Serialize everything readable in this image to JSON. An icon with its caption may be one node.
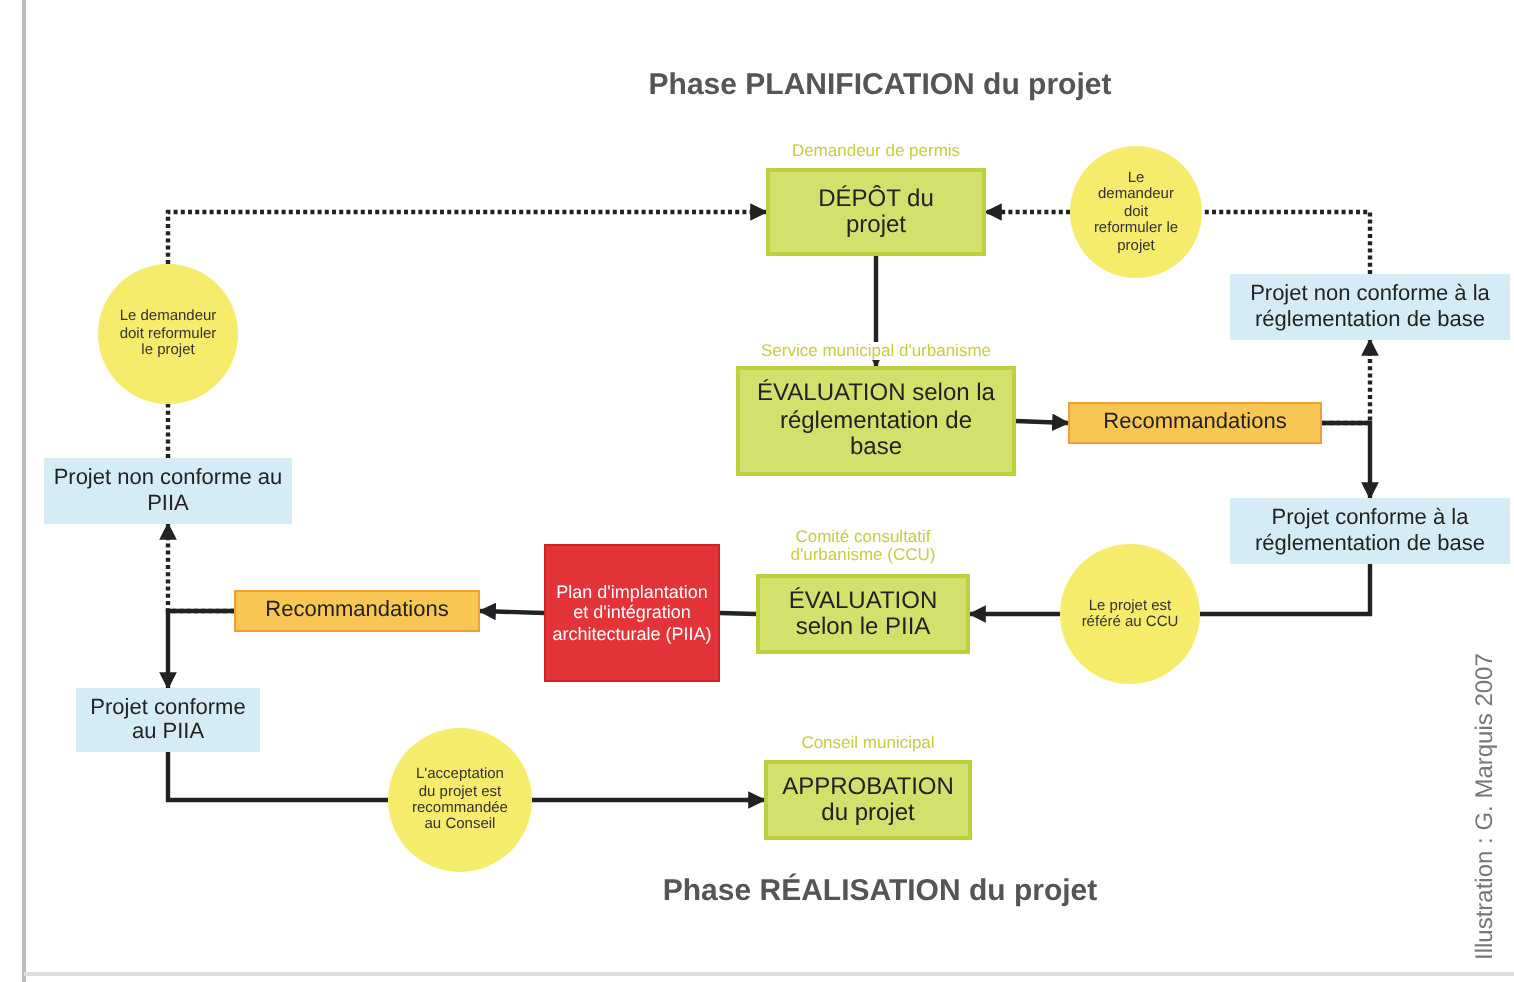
{
  "diagram": {
    "title": "Phase PLANIFICATION du projet",
    "nodes": [
      {
        "text": [
          "DÉPÔT du projet"
        ],
        "beside": [
          "Demandeur de permis"
        ]
      },
      {
        "text": [
          "Le demandeur doit reformuler le projet"
        ]
      },
      {
        "text": [
          "Le demandeur doit reformuler le projet"
        ]
      },
      {
        "text": [
          "ÉVALUATION selon la réglementation de base"
        ],
        "beside": [
          "Service municipal d'urbanisme"
        ]
      },
      {
        "text": [
          "Recommandations"
        ]
      },
      {
        "text": [
          "Projet non conforme à la réglementation de base"
        ]
      },
      {
        "text": [
          "Projet non conforme au PIIA"
        ]
      },
      {
        "text": [
          "Projet conforme à la réglementation de base"
        ]
      },
      {
        "text": [
          "Plan d'implantation et d'intégration architecturale (PIIA)"
        ]
      },
      {
        "text": [
          "ÉVALUATION selon le PIIA"
        ],
        "beside": [
          "Comité consultatif d'urbanisme (CCU)"
        ]
      },
      {
        "text": [
          "Le projet est référé au CCU"
        ]
      },
      {
        "text": [
          "Recommandations"
        ]
      },
      {
        "text": [
          "Projet conforme au PIIA"
        ]
      },
      {
        "text": [
          "L'acceptation du projet est recommandée au Conseil"
        ]
      },
      {
        "text": [
          "APPROBATION du projet"
        ],
        "beside": [
          "Conseil municipal"
        ]
      }
    ],
    "edges": [
      {
        "from": 0,
        "to": 3,
        "arrow": "to"
      },
      {
        "from": 3,
        "to": 4,
        "arrow": "to"
      },
      {
        "from": 4,
        "to": 5,
        "arrow": "to",
        "style": "dashed"
      },
      {
        "from": 4,
        "to": 7,
        "arrow": "to"
      },
      {
        "from": 5,
        "to": 1,
        "arrow": "none",
        "style": "dashed"
      },
      {
        "from": 1,
        "to": 0,
        "arrow": "to",
        "style": "dashed"
      },
      {
        "from": 7,
        "to": 10,
        "arrow": "none"
      },
      {
        "from": 10,
        "to": 9,
        "arrow": "to"
      },
      {
        "from": 9,
        "to": 8,
        "arrow": "none"
      },
      {
        "from": 8,
        "to": 11,
        "arrow": "to"
      },
      {
        "from": 11,
        "to": 6,
        "arrow": "to",
        "style": "dashed"
      },
      {
        "from": 11,
        "to": 12,
        "arrow": "to"
      },
      {
        "from": 6,
        "to": 2,
        "arrow": "none",
        "style": "dashed"
      },
      {
        "from": 2,
        "to": 0,
        "arrow": "to",
        "style": "dashed"
      },
      {
        "from": 12,
        "to": 13,
        "arrow": "none"
      },
      {
        "from": 13,
        "to": 14,
        "arrow": "to"
      }
    ],
    "labels": [
      "Phase RÉALISATION du projet",
      "Illustration : G. Marquis 2007"
    ]
  }
}
